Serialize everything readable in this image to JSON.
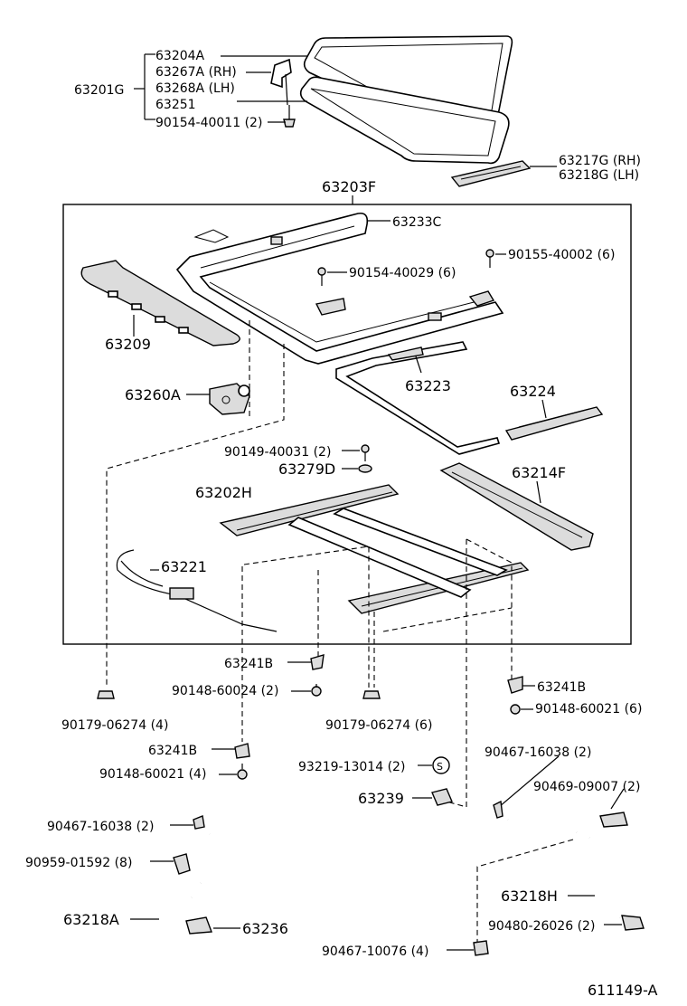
{
  "labels": {
    "p63204A": "63204A",
    "p63267A": "63267A (RH)",
    "p63268A": "63268A (LH)",
    "p63201G": "63201G",
    "p63251": "63251",
    "p90154_40011": "90154-40011 (2)",
    "p63217G": "63217G (RH)",
    "p63218G": "63218G (LH)",
    "p63203F": "63203F",
    "p63233C": "63233C",
    "p90155_40002": "90155-40002 (6)",
    "p90154_40029": "90154-40029 (6)",
    "p63209": "63209",
    "p63223": "63223",
    "p63260A": "63260A",
    "p63224": "63224",
    "p90149_40031": "90149-40031 (2)",
    "p63279D": "63279D",
    "p63214F": "63214F",
    "p63202H": "63202H",
    "p63221": "63221",
    "p63241B_a": "63241B",
    "p90148_60024": "90148-60024 (2)",
    "p63241B_b": "63241B",
    "p90148_60021_6": "90148-60021 (6)",
    "p90179_06274_4": "90179-06274 (4)",
    "p90179_06274_6": "90179-06274 (6)",
    "p63241B_c": "63241B",
    "p90148_60021_4": "90148-60021 (4)",
    "p90467_16038_r": "90467-16038 (2)",
    "p93219_13014": "93219-13014 (2)",
    "p90469_09007": "90469-09007 (2)",
    "p63239": "63239",
    "p90467_16038_l": "90467-16038 (2)",
    "p90959_01592": "90959-01592 (8)",
    "p63218H": "63218H",
    "p63218A": "63218A",
    "p63236": "63236",
    "p90480_26026": "90480-26026 (2)",
    "p90467_10076": "90467-10076 (4)",
    "figure_id": "611149-A"
  }
}
